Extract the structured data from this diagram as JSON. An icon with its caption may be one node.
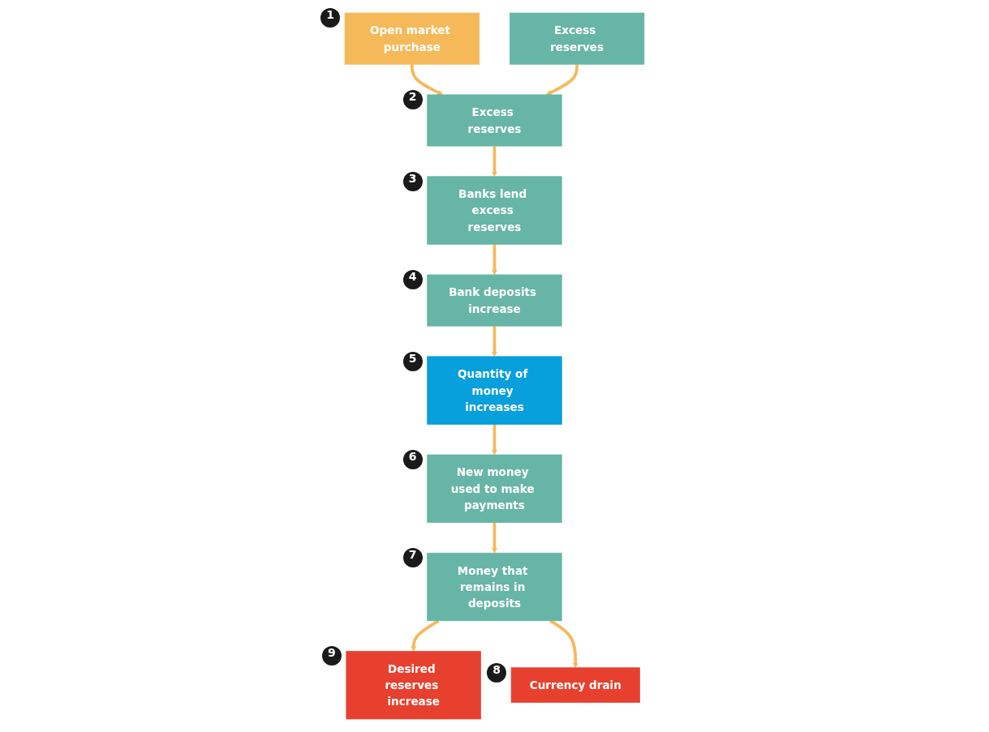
{
  "diagram": {
    "nodes": [
      {
        "text": [
          "Open market purchase"
        ],
        "beside": [
          "1"
        ]
      },
      {
        "text": [
          "Excess reserves"
        ],
        "beside": [
          "2"
        ]
      },
      {
        "text": [
          "Banks lend excess reserves"
        ],
        "beside": [
          "3"
        ]
      },
      {
        "text": [
          "Bank deposits increase"
        ],
        "beside": [
          "4"
        ]
      },
      {
        "text": [
          "Quantity of money increases"
        ],
        "beside": [
          "5"
        ]
      },
      {
        "text": [
          "New money used to make payments"
        ],
        "beside": [
          "6"
        ]
      },
      {
        "text": [
          "Money that remains in deposits"
        ],
        "beside": [
          "7"
        ]
      },
      {
        "text": [
          "Currency drain"
        ],
        "beside": [
          "8"
        ]
      },
      {
        "text": [
          "Excess reserves"
        ]
      },
      {
        "text": [
          "Desired reserves increase"
        ],
        "beside": [
          "9"
        ]
      }
    ],
    "edges": [
      {
        "from": 0,
        "to": 1,
        "arrow": "to"
      },
      {
        "from": 1,
        "to": 2,
        "arrow": "to"
      },
      {
        "from": 2,
        "to": 3,
        "arrow": "to"
      },
      {
        "from": 3,
        "to": 4,
        "arrow": "to"
      },
      {
        "from": 4,
        "to": 5,
        "arrow": "to"
      },
      {
        "from": 5,
        "to": 6,
        "arrow": "to"
      },
      {
        "from": 6,
        "to": 9,
        "arrow": "to"
      },
      {
        "from": 6,
        "to": 7,
        "arrow": "to"
      },
      {
        "from": 8,
        "to": 1,
        "arrow": "to"
      }
    ]
  }
}
